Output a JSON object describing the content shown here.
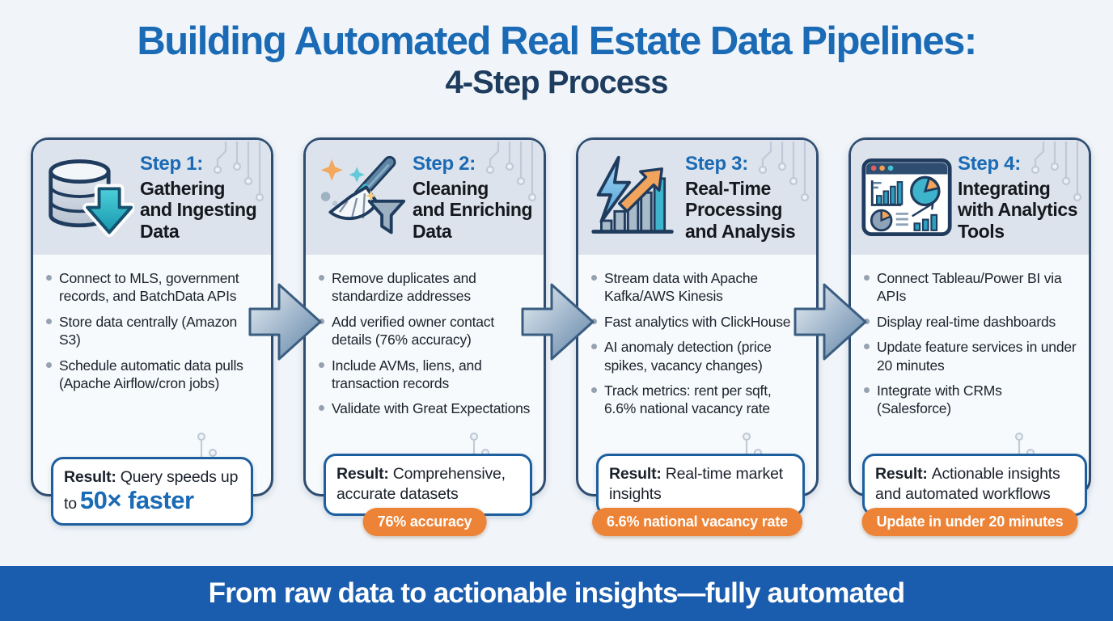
{
  "header": {
    "title": "Building Automated Real Estate Data Pipelines:",
    "subtitle": "4-Step Process"
  },
  "cards": [
    {
      "step_label": "Step 1:",
      "title": "Gathering\nand Ingesting\nData",
      "icon": "database-ingest-icon",
      "bullets": [
        "Connect to MLS, government records, and BatchData APIs",
        "Store data centrally (Amazon S3)",
        "Schedule automatic data pulls (Apache Airflow/cron jobs)"
      ],
      "result": {
        "label": "Result:",
        "text": "Query speeds up to",
        "highlight": "50× faster"
      }
    },
    {
      "step_label": "Step 2:",
      "title": "Cleaning\nand Enriching\nData",
      "icon": "broom-clean-icon",
      "bullets": [
        "Remove duplicates and standardize addresses",
        "Add verified owner contact details (76% accuracy)",
        "Include AVMs, liens, and transaction records",
        "Validate with Great Expectations"
      ],
      "result": {
        "label": "Result:",
        "text": "Comprehensive, accurate datasets"
      },
      "badge": "76% accuracy"
    },
    {
      "step_label": "Step 3:",
      "title": "Real-Time\nProcessing\nand Analysis",
      "icon": "realtime-chart-icon",
      "bullets": [
        "Stream data with Apache Kafka/AWS Kinesis",
        "Fast analytics with ClickHouse",
        "AI anomaly detection (price spikes, vacancy changes)",
        "Track metrics: rent per sqft, 6.6% national vacancy rate"
      ],
      "result": {
        "label": "Result:",
        "text": "Real-time market insights"
      },
      "badge": "6.6% national vacancy rate"
    },
    {
      "step_label": "Step 4:",
      "title": "Integrating\nwith Analytics\nTools",
      "icon": "dashboard-analytics-icon",
      "bullets": [
        "Connect Tableau/Power BI via APIs",
        "Display real-time dashboards",
        "Update feature services in under 20 minutes",
        "Integrate with CRMs (Salesforce)"
      ],
      "result": {
        "label": "Result:",
        "text": "Actionable insights and automated workflows"
      },
      "badge": "Update in under 20 minutes"
    }
  ],
  "footer": {
    "text": "From raw data to actionable insights—fully automated"
  },
  "colors": {
    "accent_blue": "#1a6ab5",
    "navy": "#1f3c5e",
    "orange": "#ec8336",
    "teal": "#3db4cc",
    "footer_blue": "#1a5cad"
  }
}
